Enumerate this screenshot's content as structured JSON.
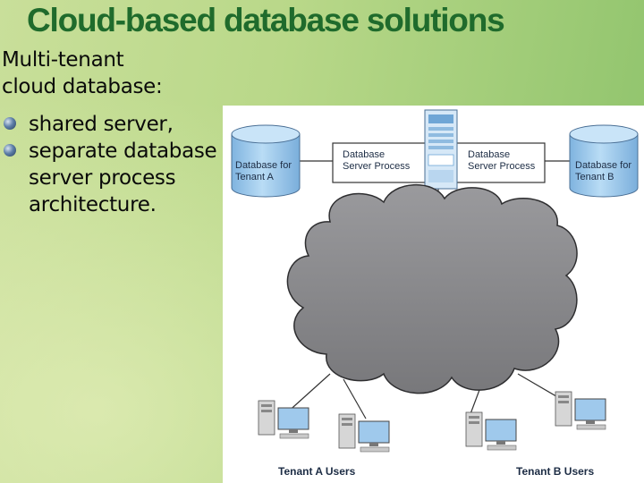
{
  "slide": {
    "title": "Cloud-based database solutions",
    "intro_lines": [
      "Multi-tenant",
      "cloud database:"
    ],
    "bullets": [
      {
        "text": "shared server,"
      },
      {
        "text": "separate database server process architecture."
      }
    ]
  },
  "diagram": {
    "db_a": [
      "Database for",
      "Tenant A"
    ],
    "db_b": [
      "Database for",
      "Tenant B"
    ],
    "process_a": [
      "Database",
      "Server Process"
    ],
    "process_b": [
      "Database",
      "Server Process"
    ],
    "tenant_a_label": "Tenant A Users",
    "tenant_b_label": "Tenant B Users"
  },
  "colors": {
    "title": "#1f6b2c",
    "cylinder": "#8fc0e6",
    "cloud": "#8a8a8d",
    "monitor": "#9fc9ec"
  }
}
